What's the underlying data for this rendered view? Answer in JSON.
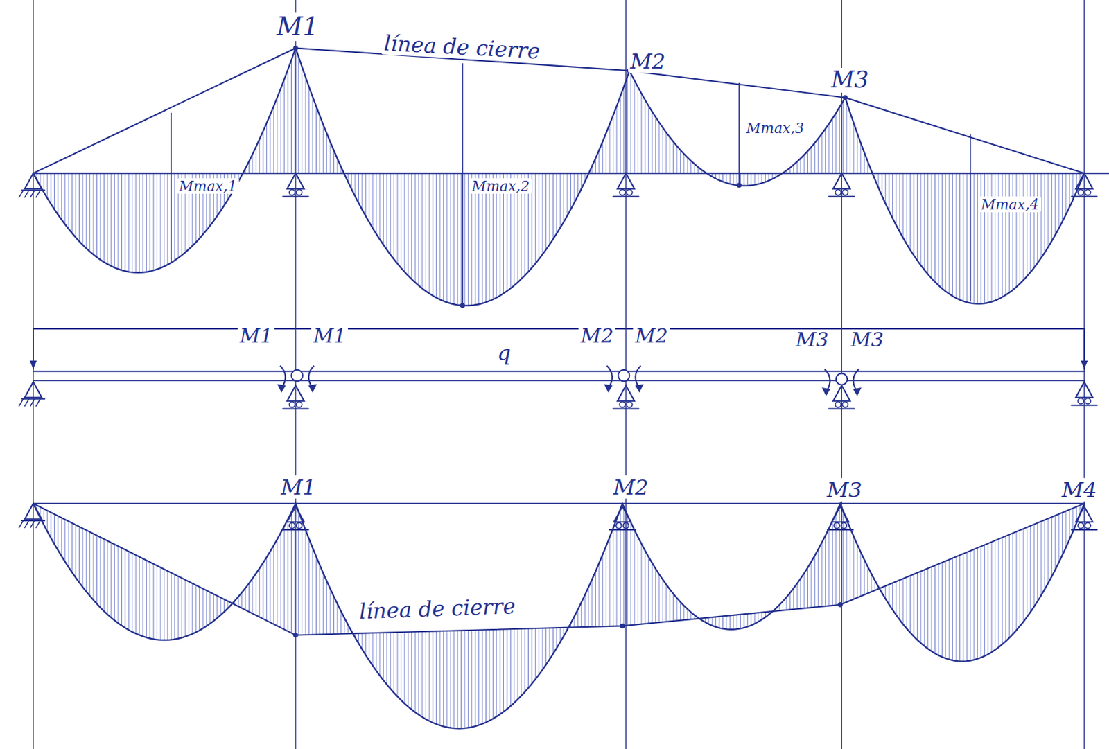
{
  "diagram": {
    "labels": [
      "M1",
      "línea de cierre",
      "M2",
      "M3",
      "Mmax,1",
      "Mmax,2",
      "Mmax,3",
      "Mmax,4",
      "M1",
      "M1",
      "q",
      "M2",
      "M2",
      "M3",
      "M3",
      "M1",
      "M2",
      "M3",
      "M4",
      "línea de cierre"
    ]
  }
}
